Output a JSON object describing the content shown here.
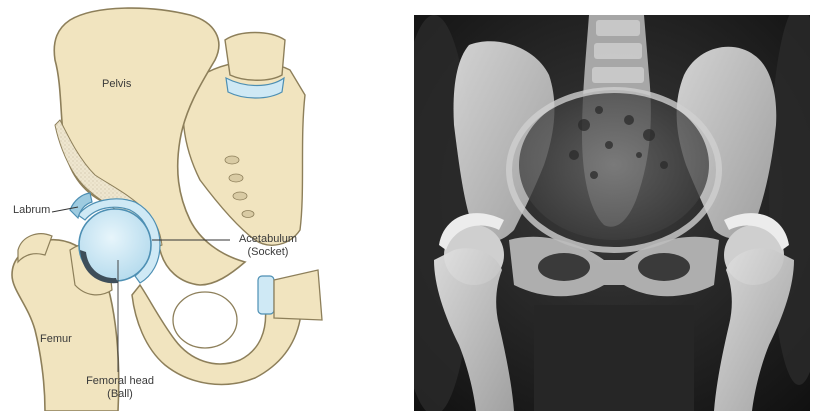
{
  "anatomy_diagram": {
    "labels": {
      "pelvis": "Pelvis",
      "labrum": "Labrum",
      "acetabulum": "Acetabulum",
      "acetabulum_sub": "(Socket)",
      "femur": "Femur",
      "femoral_head": "Femoral head",
      "femoral_head_sub": "(Ball)"
    },
    "colors": {
      "bone": "#f1e4bf",
      "bone_outline": "#8d7f5a",
      "cartilage": "#cfe9f5",
      "cartilage_outline": "#4d8fb3",
      "cortical_texture": "#e3dcc6",
      "leader_line": "#333333"
    }
  },
  "xray": {
    "description_visible": false,
    "colors": {
      "background": "#161616",
      "bone_bright": "#e8e8e8",
      "soft_tissue": "#4a4a4a"
    }
  }
}
